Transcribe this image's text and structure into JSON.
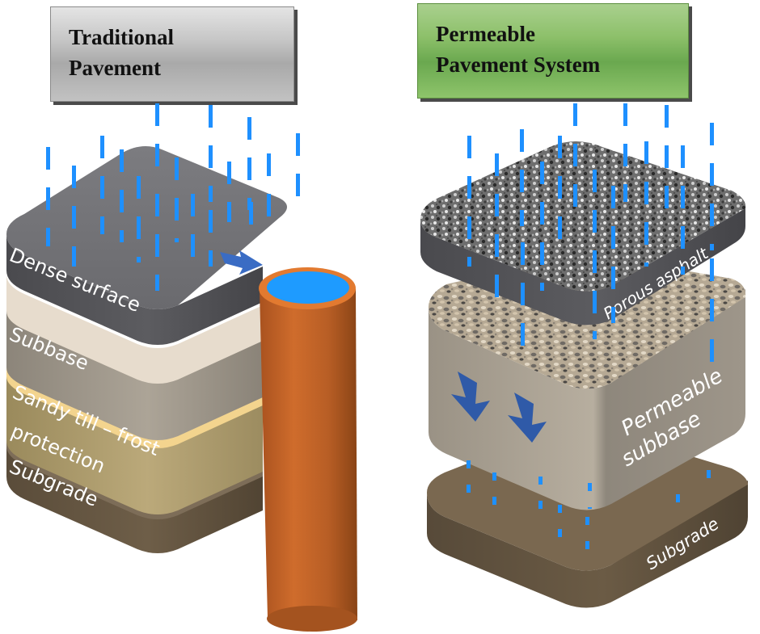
{
  "traditional": {
    "title_lines": [
      "Traditional",
      "Pavement"
    ],
    "layers": {
      "surface": "Dense surface",
      "subbase": "Subbase",
      "frost_lines": [
        "Sandy till – frost",
        "protection"
      ],
      "subgrade": "Subgrade"
    },
    "drainage": "pipe"
  },
  "permeable": {
    "title_lines": [
      "Permeable",
      "Pavement System"
    ],
    "layers": {
      "surface": "Porous asphalt",
      "subbase_lines": [
        "Permeable",
        "subbase"
      ],
      "subgrade": "Subgrade"
    }
  },
  "colors": {
    "rain": "#1e90ff",
    "flow_arrow": "#3565b8",
    "pipe": "#c0622a",
    "pipe_water": "#1e9bff",
    "traditional_title_bg": "#c0c0c0",
    "permeable_title_bg": "#7fba5c"
  }
}
